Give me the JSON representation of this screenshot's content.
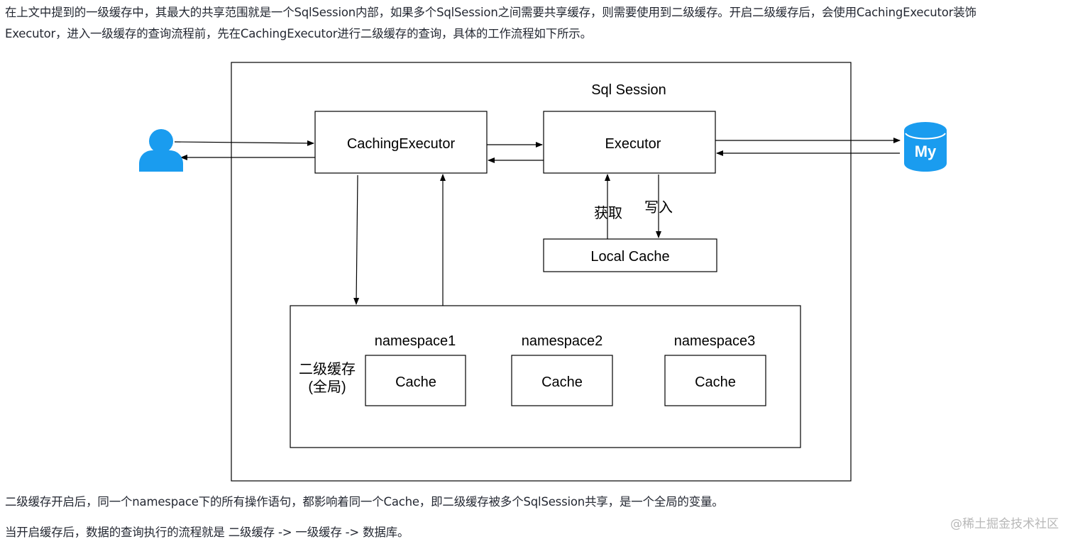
{
  "paragraphs": {
    "p1_line1": "在上文中提到的一级缓存中，其最大的共享范围就是一个SqlSession内部，如果多个SqlSession之间需要共享缓存，则需要使用到二级缓存。开启二级缓存后，会使用CachingExecutor装饰",
    "p1_line2": "Executor，进入一级缓存的查询流程前，先在CachingExecutor进行二级缓存的查询，具体的工作流程如下所示。",
    "p2": "二级缓存开启后，同一个namespace下的所有操作语句，都影响着同一个Cache，即二级缓存被多个SqlSession共享，是一个全局的变量。",
    "p3": "当开启缓存后，数据的查询执行的流程就是 二级缓存 -> 一级缓存 -> 数据库。"
  },
  "diagram": {
    "session_label": "Sql Session",
    "caching_executor": "CachingExecutor",
    "executor": "Executor",
    "get_label": "获取",
    "write_label": "写入",
    "local_cache": "Local Cache",
    "l2_label_line1": "二级缓存",
    "l2_label_line2": "(全局)",
    "namespaces": [
      {
        "name": "namespace1",
        "cache": "Cache"
      },
      {
        "name": "namespace2",
        "cache": "Cache"
      },
      {
        "name": "namespace3",
        "cache": "Cache"
      }
    ],
    "db_icon_text": "My",
    "icons": {
      "user": "user-icon",
      "database": "mysql-database-icon"
    },
    "colors": {
      "icon_blue": "#1a9cef",
      "stroke": "#000000"
    }
  },
  "watermark": "@稀土掘金技术社区"
}
